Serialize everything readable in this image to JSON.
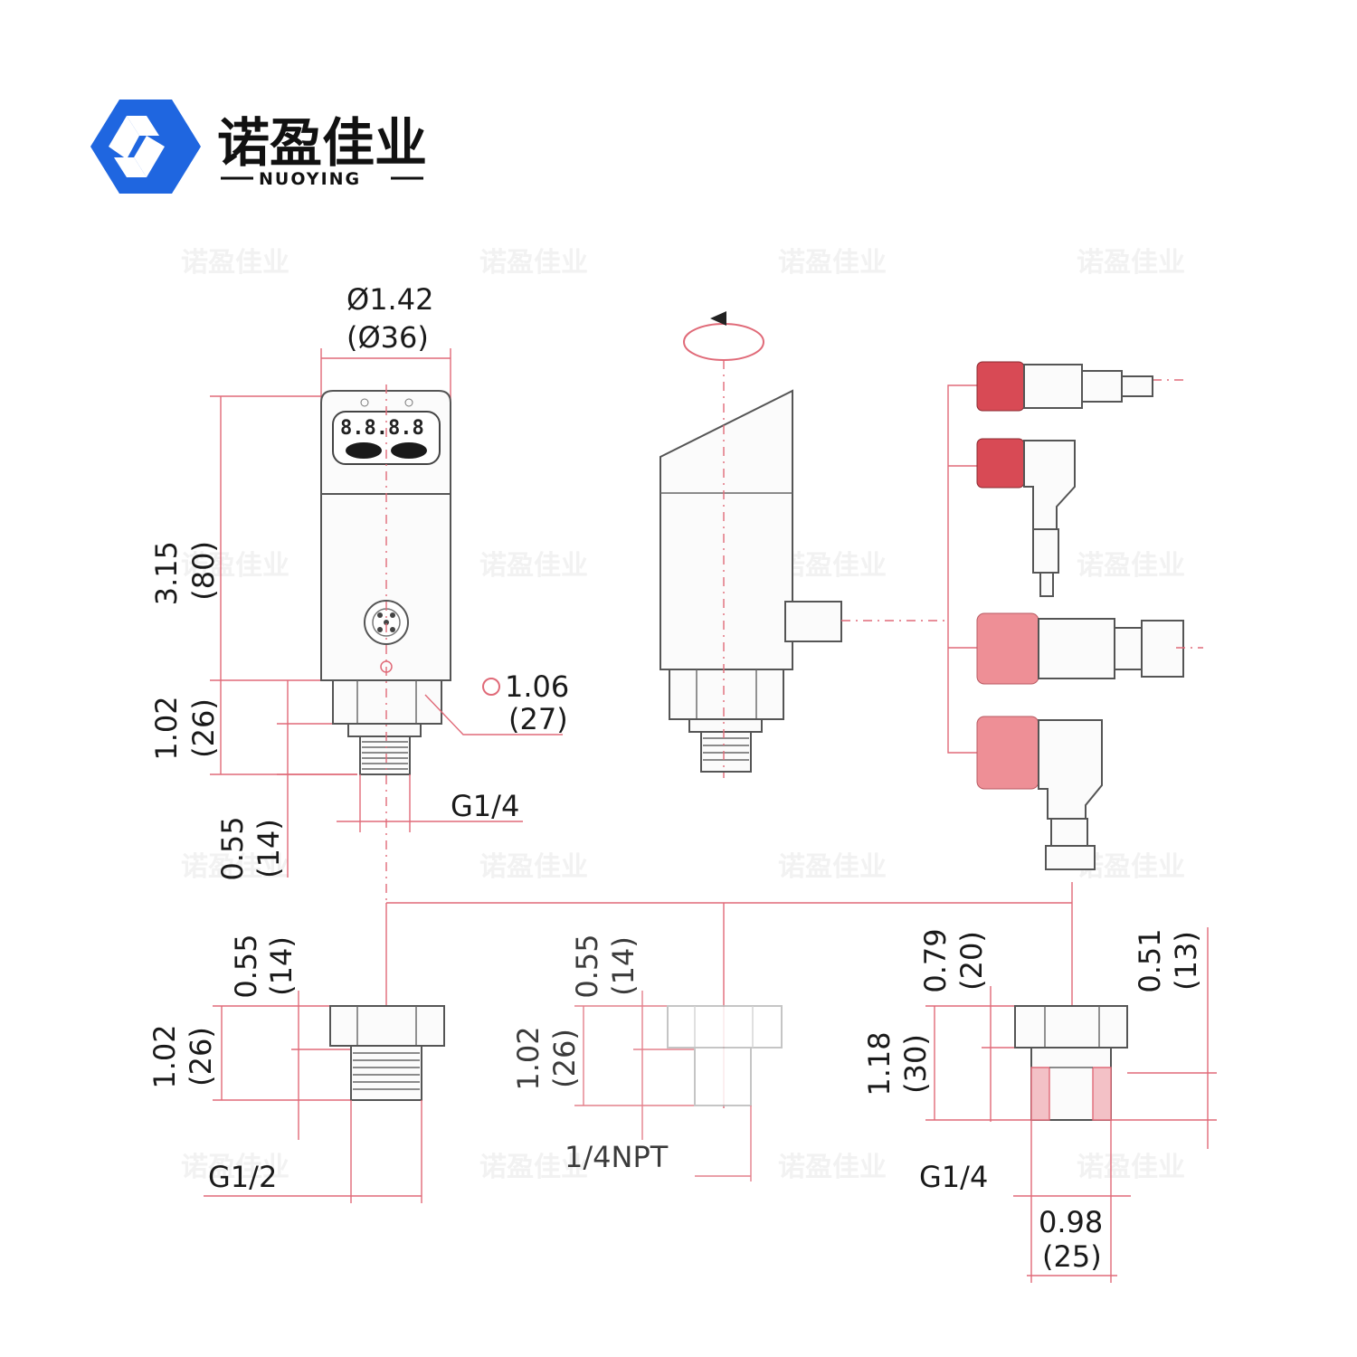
{
  "brand": {
    "name_cn": "诺盈佳业",
    "name_en": "NUOYING",
    "logo": "nuoying-hex-logo",
    "color": "#1f66e0",
    "watermark_text": "诺盈佳业"
  },
  "colors": {
    "dimension_line": "#e06a78",
    "connector_red": "#d84a55",
    "outline": "#555555"
  },
  "main_view": {
    "diameter_in": "Ø1.42",
    "diameter_mm": "(Ø36)",
    "height_in": "3.15",
    "height_mm": "(80)",
    "hex_height_in": "1.02",
    "hex_height_mm": "(26)",
    "across_flats_in": "1.06",
    "across_flats_mm": "(27)",
    "thread_len_in": "0.55",
    "thread_len_mm": "(14)",
    "thread": "G1/4",
    "display": "8.8.8.8"
  },
  "fittings": [
    {
      "top_in": "0.55",
      "top_mm": "(14)",
      "height_in": "1.02",
      "height_mm": "(26)",
      "thread": "G1/2"
    },
    {
      "top_in": "0.55",
      "top_mm": "(14)",
      "height_in": "1.02",
      "height_mm": "(26)",
      "thread": "1/4NPT"
    },
    {
      "top_in": "0.79",
      "top_mm": "(20)",
      "height_in": "1.18",
      "height_mm": "(30)",
      "thread": "G1/4",
      "right_in": "0.51",
      "right_mm": "(13)",
      "width_in": "0.98",
      "width_mm": "(25)"
    }
  ]
}
